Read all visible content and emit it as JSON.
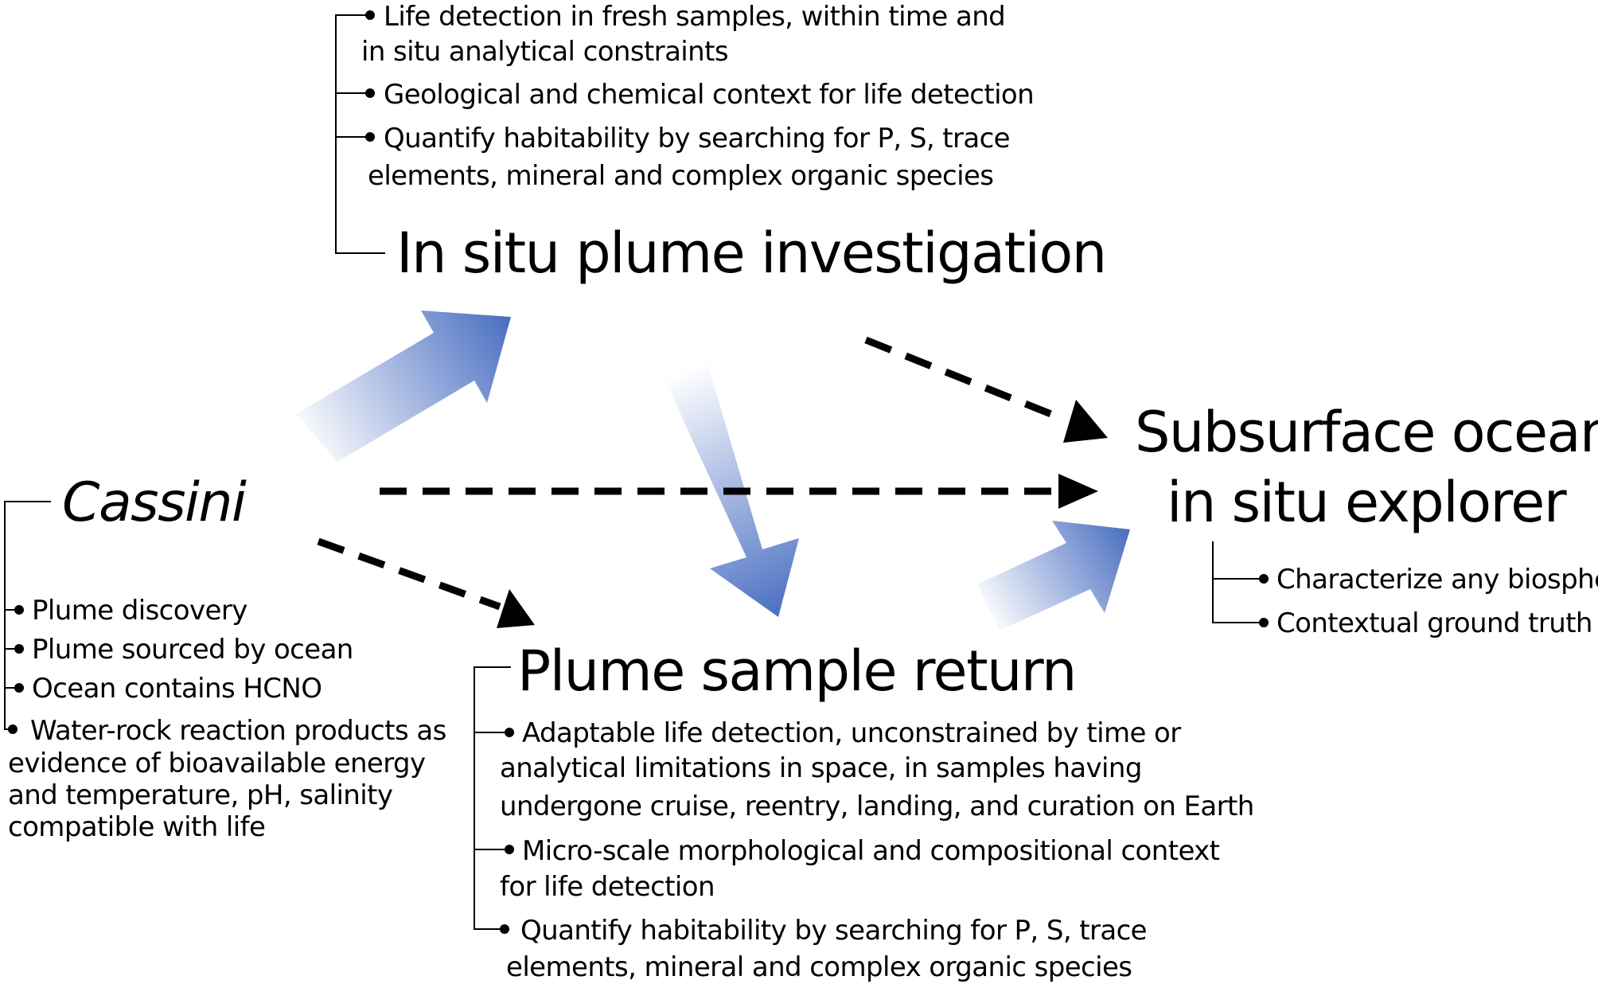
{
  "nodes": {
    "cassini": "Cassini",
    "plume_investigation": "In situ plume investigation",
    "sample_return": "Plume sample return",
    "explorer_line1": "Subsurface ocean",
    "explorer_line2": "in situ explorer"
  },
  "cassini_findings": [
    "Plume discovery",
    "Plume sourced by ocean",
    "Ocean contains HCNO",
    "Water-rock reaction products as",
    "evidence of bioavailable energy",
    "and temperature, pH, salinity",
    "compatible with life"
  ],
  "plume_investigation_goals": [
    "Life detection in fresh samples, within time and",
    "in situ analytical constraints",
    "Geological and chemical context for life detection",
    "Quantify habitability by searching for P, S, trace",
    "elements, mineral and complex organic species"
  ],
  "sample_return_goals": [
    "Adaptable life detection, unconstrained by time or",
    "analytical limitations in space, in samples having",
    "undergone cruise, reentry, landing, and curation on Earth",
    "Micro-scale morphological and compositional context",
    "for life detection",
    "Quantify habitability by searching for P, S, trace",
    "elements, mineral and complex organic species"
  ],
  "explorer_goals": [
    "Characterize any biosphere",
    "Contextual ground truth"
  ],
  "colors": {
    "arrow_solid": "#4a6fc2",
    "arrow_fade": "#ffffff",
    "line": "#000000"
  }
}
